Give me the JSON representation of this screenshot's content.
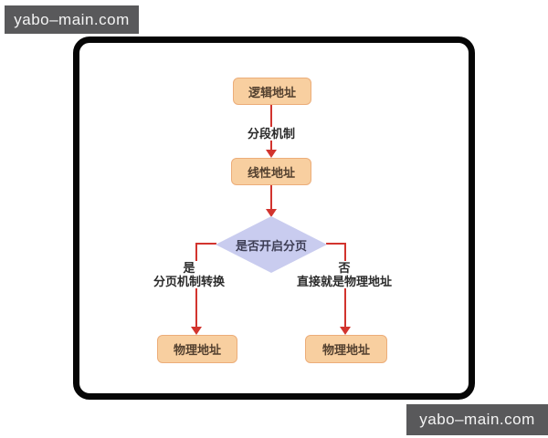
{
  "watermarks": {
    "top_left": "yabo–main.com",
    "bottom_right": "yabo–main.com"
  },
  "flowchart": {
    "nodes": [
      {
        "id": "logical",
        "shape": "rect",
        "label": "逻辑地址"
      },
      {
        "id": "linear",
        "shape": "rect",
        "label": "线性地址"
      },
      {
        "id": "decision",
        "shape": "diamond",
        "label": "是否开启分页"
      },
      {
        "id": "physical-left",
        "shape": "rect",
        "label": "物理地址"
      },
      {
        "id": "physical-right",
        "shape": "rect",
        "label": "物理地址"
      }
    ],
    "edge_labels": {
      "segmentation": "分段机制",
      "yes_line1": "是",
      "yes_line2": "分页机制转换",
      "no_line1": "否",
      "no_line2": "直接就是物理地址"
    }
  },
  "colors": {
    "page_bg": "#ffffff",
    "card_border": "#060606",
    "node_fill": "#f8cfa0",
    "node_border": "#ecad79",
    "node_text": "#53402f",
    "decision_fill": "#c9ccef",
    "decision_text": "#3e3e55",
    "arrow": "#d2342e",
    "edge_label_text": "#2b2b2b",
    "watermark_bg": "#59595b",
    "watermark_text": "#f4f4f4"
  }
}
